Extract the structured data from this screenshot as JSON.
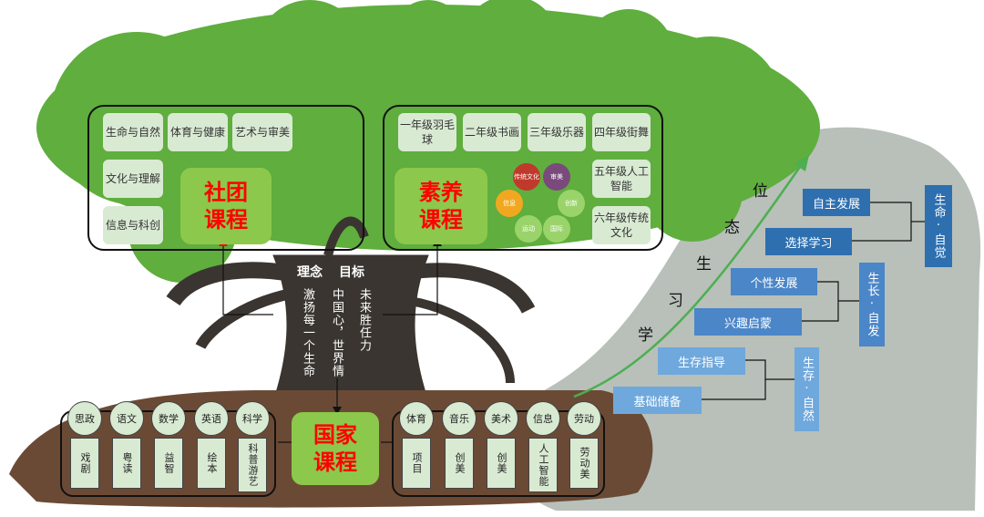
{
  "club": {
    "title": "社团课程",
    "modules": [
      "生命与自然",
      "体育与健康",
      "艺术与审美",
      "文化与理解",
      "信息与科创"
    ]
  },
  "literacy": {
    "title": "素养课程",
    "grades": [
      "一年级羽毛球",
      "二年级书画",
      "三年级乐器",
      "四年级街舞",
      "五年级人工智能",
      "六年级传统文化"
    ],
    "dots": [
      "传统文化",
      "审美",
      "信息",
      "创新",
      "运动",
      "国际"
    ]
  },
  "trunk": {
    "idea_label": "理念",
    "goal_label": "目标",
    "idea": "激扬每一个生命",
    "goal_line1": "中国心，世界情",
    "goal_line2": "未来胜任力"
  },
  "national": {
    "title": "国家课程",
    "left_caps": [
      "思政",
      "语文",
      "数学",
      "英语",
      "科学"
    ],
    "left_bars": [
      "戏剧",
      "粤读",
      "益智",
      "绘本",
      "科普游艺"
    ],
    "right_caps": [
      "体育",
      "音乐",
      "美术",
      "信息",
      "劳动"
    ],
    "right_bars": [
      "项目",
      "创美",
      "创美",
      "人工智能",
      "劳动美"
    ]
  },
  "growth": {
    "label_chars": [
      "学",
      "习",
      "生",
      "态",
      "位"
    ]
  },
  "tiers": {
    "top": {
      "items": [
        "自主发展",
        "选择学习"
      ],
      "result": "生命·自觉"
    },
    "mid": {
      "items": [
        "个性发展",
        "兴趣启蒙"
      ],
      "result": "生长·自发"
    },
    "bottom": {
      "items": [
        "生存指导",
        "基础储备"
      ],
      "result": "生存·自然"
    }
  },
  "colors": {
    "canopy": "#5fae3e",
    "trunk": "#3a3530",
    "soil": "#6b4a35",
    "accent_red": "#ff0000",
    "arrow_green": "#4caf50"
  }
}
